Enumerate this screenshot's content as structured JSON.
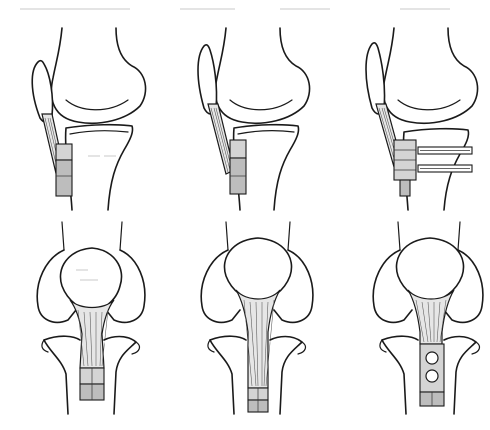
{
  "figure": {
    "rows": 2,
    "columns": 3,
    "panels": [
      {
        "view": "lateral",
        "stage": 1
      },
      {
        "view": "lateral",
        "stage": 2
      },
      {
        "view": "lateral",
        "stage": 3
      },
      {
        "view": "anterior",
        "stage": 1
      },
      {
        "view": "anterior",
        "stage": 2
      },
      {
        "view": "anterior",
        "stage": 3
      }
    ]
  }
}
